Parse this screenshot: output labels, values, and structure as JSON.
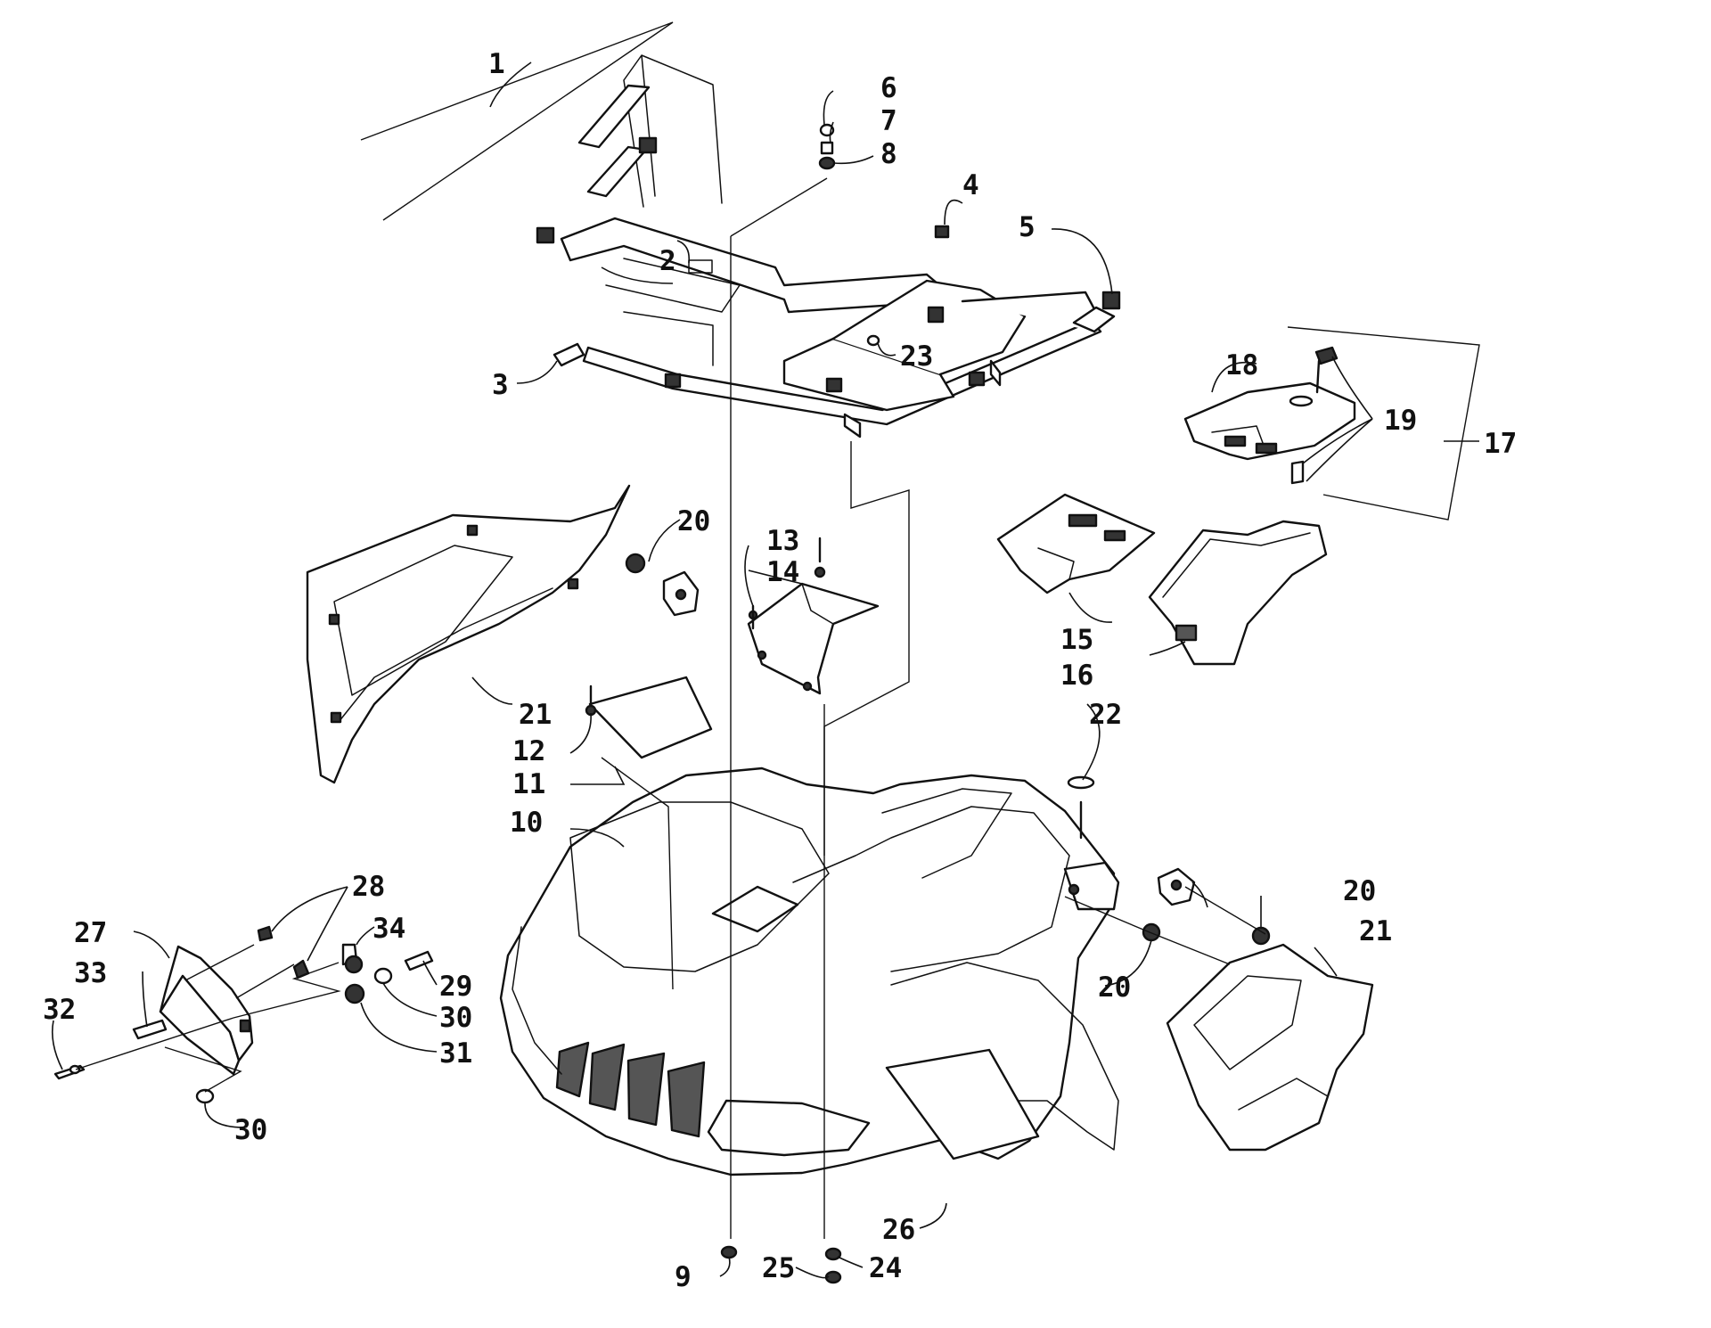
{
  "diagram": {
    "type": "exploded-parts-diagram",
    "callouts": [
      {
        "id": "c1",
        "label": "1"
      },
      {
        "id": "c2",
        "label": "2"
      },
      {
        "id": "c3",
        "label": "3"
      },
      {
        "id": "c4",
        "label": "4"
      },
      {
        "id": "c5",
        "label": "5"
      },
      {
        "id": "c6",
        "label": "6"
      },
      {
        "id": "c7",
        "label": "7"
      },
      {
        "id": "c8",
        "label": "8"
      },
      {
        "id": "c9",
        "label": "9"
      },
      {
        "id": "c10",
        "label": "10"
      },
      {
        "id": "c11",
        "label": "11"
      },
      {
        "id": "c12",
        "label": "12"
      },
      {
        "id": "c13",
        "label": "13"
      },
      {
        "id": "c14",
        "label": "14"
      },
      {
        "id": "c15",
        "label": "15"
      },
      {
        "id": "c16",
        "label": "16"
      },
      {
        "id": "c17",
        "label": "17"
      },
      {
        "id": "c18",
        "label": "18"
      },
      {
        "id": "c19",
        "label": "19"
      },
      {
        "id": "c20a",
        "label": "20"
      },
      {
        "id": "c20b",
        "label": "20"
      },
      {
        "id": "c20c",
        "label": "20"
      },
      {
        "id": "c21a",
        "label": "21"
      },
      {
        "id": "c21b",
        "label": "21"
      },
      {
        "id": "c22",
        "label": "22"
      },
      {
        "id": "c23",
        "label": "23"
      },
      {
        "id": "c24",
        "label": "24"
      },
      {
        "id": "c25",
        "label": "25"
      },
      {
        "id": "c26",
        "label": "26"
      },
      {
        "id": "c27",
        "label": "27"
      },
      {
        "id": "c28",
        "label": "28"
      },
      {
        "id": "c29",
        "label": "29"
      },
      {
        "id": "c30a",
        "label": "30"
      },
      {
        "id": "c30b",
        "label": "30"
      },
      {
        "id": "c31",
        "label": "31"
      },
      {
        "id": "c32",
        "label": "32"
      },
      {
        "id": "c33",
        "label": "33"
      },
      {
        "id": "c34",
        "label": "34"
      }
    ]
  }
}
